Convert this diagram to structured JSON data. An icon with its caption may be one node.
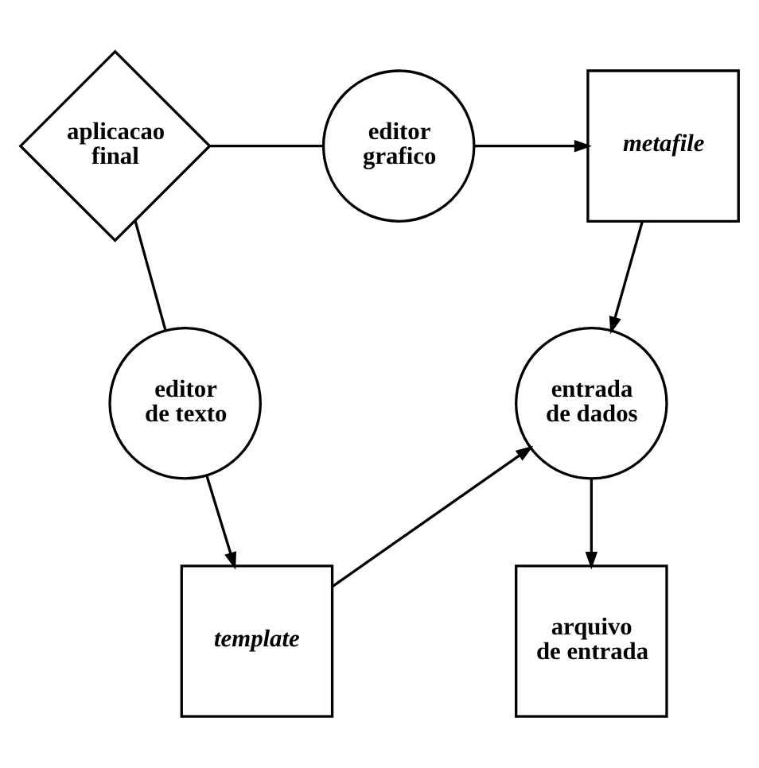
{
  "diagram": {
    "nodes": [
      {
        "text": [
          "aplicacao final"
        ]
      },
      {
        "text": [
          "editor grafico"
        ]
      },
      {
        "text": [
          "metafile"
        ]
      },
      {
        "text": [
          "editor de texto"
        ]
      },
      {
        "text": [
          "entrada de dados"
        ]
      },
      {
        "text": [
          "template"
        ]
      },
      {
        "text": [
          "arquivo de entrada"
        ]
      }
    ],
    "edges": [
      {
        "from": 0,
        "to": 1,
        "arrow": "none"
      },
      {
        "from": 1,
        "to": 2,
        "arrow": "to"
      },
      {
        "from": 2,
        "to": 4,
        "arrow": "to"
      },
      {
        "from": 0,
        "to": 3,
        "arrow": "none"
      },
      {
        "from": 3,
        "to": 5,
        "arrow": "to"
      },
      {
        "from": 5,
        "to": 4,
        "arrow": "to"
      },
      {
        "from": 4,
        "to": 6,
        "arrow": "to"
      }
    ]
  }
}
